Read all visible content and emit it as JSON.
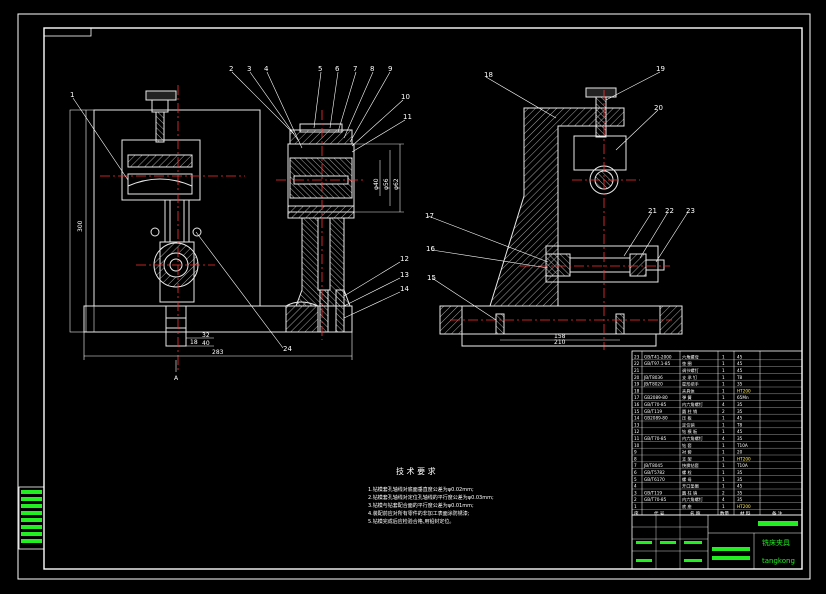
{
  "colors": {
    "background": "#000000",
    "frame": "#ffffff",
    "part": "#e8e8e8",
    "hatch": "#d8d8d8",
    "centerline": "#ff3030",
    "dimension": "#ffffff",
    "leader": "#ffffff",
    "accent_green": "#22ee22",
    "label_yellow": "#ffee55"
  },
  "balloons": [
    "1",
    "2",
    "3",
    "4",
    "5",
    "6",
    "7",
    "8",
    "9",
    "10",
    "11",
    "12",
    "13",
    "14",
    "15",
    "16",
    "17",
    "18",
    "19",
    "20",
    "21",
    "22",
    "23",
    "24"
  ],
  "dimensions": {
    "height_left": "300",
    "base_width": "283",
    "foot_a": "18",
    "foot_b": "32",
    "foot_c": "40",
    "side_total": "210",
    "side_inner": "158",
    "bore_a": "φ40",
    "bore_b": "φ56",
    "bore_c": "φ62"
  },
  "section_mark": "A",
  "tech_requirements": {
    "title": "技 术 要 求",
    "items": [
      "1.钻模套孔轴线对底面垂直度公差为φ0.02mm;",
      "2.钻模套孔轴线对定位孔轴线的平行度公差为φ0.03mm;",
      "3.钻模与钻套配合面的平行度公差为φ0.01mm;",
      "4.装配前应对所有零件的非加工表面涂防锈漆;",
      "5.钻模完成后应检验合格,用铅封定位。"
    ]
  },
  "bom_rows": [
    {
      "no": "23",
      "code": "GB/T41-2000",
      "name": "六角螺母",
      "qty": "1",
      "mat": "45"
    },
    {
      "no": "22",
      "code": "GB/T97.1-85",
      "name": "垫 圈",
      "qty": "1",
      "mat": "45"
    },
    {
      "no": "21",
      "code": "",
      "name": "调节螺钉",
      "qty": "1",
      "mat": "45"
    },
    {
      "no": "20",
      "code": "JB/T8036",
      "name": "支 承 钉",
      "qty": "1",
      "mat": "T8"
    },
    {
      "no": "19",
      "code": "JB/T8020",
      "name": "星形把手",
      "qty": "1",
      "mat": "35"
    },
    {
      "no": "18",
      "code": "",
      "name": "夹具体",
      "qty": "1",
      "mat": "HT200"
    },
    {
      "no": "17",
      "code": "GB2089-80",
      "name": "弹 簧",
      "qty": "1",
      "mat": "65Mn"
    },
    {
      "no": "16",
      "code": "GB/T70-85",
      "name": "内六角螺钉",
      "qty": "4",
      "mat": "35"
    },
    {
      "no": "15",
      "code": "GB/T119",
      "name": "圆 柱 销",
      "qty": "2",
      "mat": "35"
    },
    {
      "no": "14",
      "code": "GB2089-80",
      "name": "压 板",
      "qty": "1",
      "mat": "45"
    },
    {
      "no": "13",
      "code": "",
      "name": "定位销",
      "qty": "1",
      "mat": "T8"
    },
    {
      "no": "12",
      "code": "",
      "name": "钻 模 板",
      "qty": "1",
      "mat": "45"
    },
    {
      "no": "11",
      "code": "GB/T70-85",
      "name": "内六角螺钉",
      "qty": "4",
      "mat": "35"
    },
    {
      "no": "10",
      "code": "",
      "name": "钻 套",
      "qty": "1",
      "mat": "T10A"
    },
    {
      "no": "9",
      "code": "",
      "name": "衬 套",
      "qty": "1",
      "mat": "20"
    },
    {
      "no": "8",
      "code": "",
      "name": "支 架",
      "qty": "1",
      "mat": "HT200"
    },
    {
      "no": "7",
      "code": "JB/T8045",
      "name": "快换钻套",
      "qty": "1",
      "mat": "T10A"
    },
    {
      "no": "6",
      "code": "GB/T5782",
      "name": "螺 栓",
      "qty": "1",
      "mat": "35"
    },
    {
      "no": "5",
      "code": "GB/T6170",
      "name": "螺 母",
      "qty": "1",
      "mat": "35"
    },
    {
      "no": "4",
      "code": "",
      "name": "开口垫圈",
      "qty": "1",
      "mat": "45"
    },
    {
      "no": "3",
      "code": "GB/T119",
      "name": "圆 柱 销",
      "qty": "2",
      "mat": "35"
    },
    {
      "no": "2",
      "code": "GB/T70-85",
      "name": "内六角螺钉",
      "qty": "4",
      "mat": "35"
    },
    {
      "no": "1",
      "code": "",
      "name": "底 座",
      "qty": "1",
      "mat": "HT200"
    }
  ],
  "bom_header": [
    "序",
    "代 号",
    "名 称",
    "数量",
    "材 料",
    "备 注"
  ],
  "title_block": {
    "drawing_title": "铣床夹具",
    "company": "tangkong"
  }
}
